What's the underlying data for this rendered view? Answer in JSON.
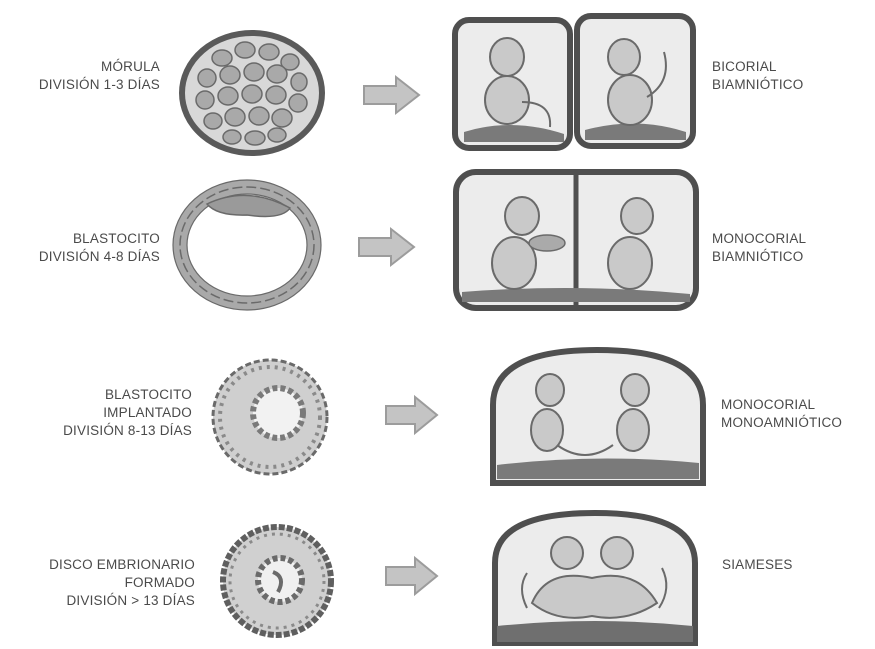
{
  "rows": [
    {
      "left_lines": [
        "MÓRULA",
        "DIVISIÓN 1-3 DÍAS"
      ],
      "right_lines": [
        "BICORIAL",
        "BIAMNIÓTICO"
      ]
    },
    {
      "left_lines": [
        "BLASTOCITO",
        "DIVISIÓN 4-8 DÍAS"
      ],
      "right_lines": [
        "MONOCORIAL",
        "BIAMNIÓTICO"
      ]
    },
    {
      "left_lines": [
        "BLASTOCITO",
        "IMPLANTADO",
        "DIVISIÓN 8-13 DÍAS"
      ],
      "right_lines": [
        "MONOCORIAL",
        "MONOAMNIÓTICO"
      ]
    },
    {
      "left_lines": [
        "DISCO EMBRIONARIO",
        "FORMADO",
        "DIVISIÓN > 13 DÍAS"
      ],
      "right_lines": [
        "SIAMESES"
      ]
    }
  ],
  "colors": {
    "pencil_dark": "#5a5a5a",
    "pencil_mid": "#8a8a8a",
    "pencil_light": "#bdbdbd",
    "arrow_fill": "#c4c4c4",
    "arrow_stroke": "#9c9c9c"
  }
}
